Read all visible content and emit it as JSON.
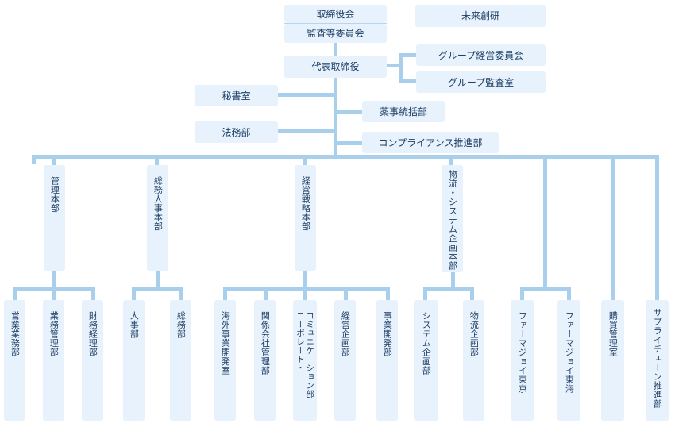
{
  "top": {
    "board": "取締役会",
    "audit": "監査等委員会",
    "future": "未来創研",
    "ceo": "代表取締役",
    "group_committee": "グループ経営委員会",
    "group_audit": "グループ監査室",
    "secretary": "秘書室",
    "pharma": "薬事統括部",
    "legal": "法務部",
    "compliance": "コンプライアンス推進部"
  },
  "divisions": {
    "admin": "管理本部",
    "hr": "総務人事本部",
    "strategy": "経営戦略本部",
    "logistics": "物流・システム企画本部"
  },
  "departments": {
    "sales_admin": "営業業務部",
    "business_admin": "業務管理部",
    "finance": "財務経理部",
    "personnel": "人事部",
    "general_affairs": "総務部",
    "overseas": "海外事業開発室",
    "affiliates": "関係会社管理部",
    "corp_comm_1": "コーポレート・",
    "corp_comm_2": "コミュニケーション部",
    "planning": "経営企画部",
    "biz_dev": "事業開発部",
    "system_planning": "システム企画部",
    "logistics_planning": "物流企画部",
    "pharmajo_tokyo": "ファーマジョイ東京",
    "pharmajo_tokai": "ファーマジョイ東海",
    "purchasing": "購買管理室",
    "supply_chain": "サプライチェーン推進部"
  }
}
